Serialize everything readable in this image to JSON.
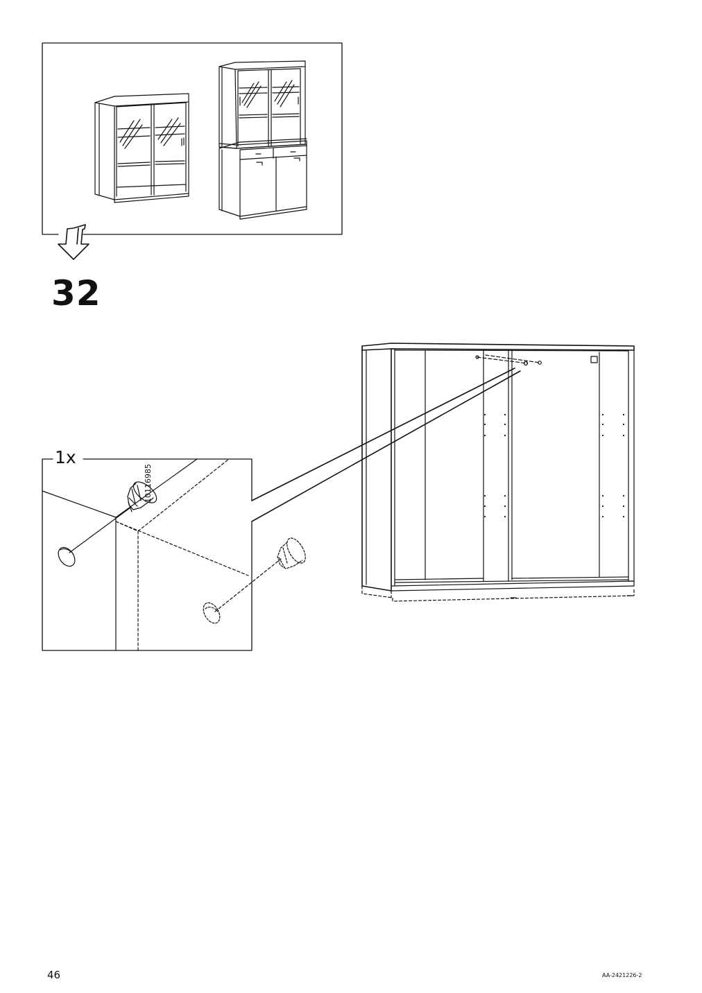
{
  "step": {
    "number": "32"
  },
  "detail": {
    "quantity": "1x",
    "part_number": "10116985"
  },
  "footer": {
    "page_number": "46",
    "document_code": "AA-2421226-2"
  },
  "icons": [
    "arrow-down-icon",
    "cabinet-low-icon",
    "cabinet-tall-icon",
    "cap-icon",
    "hole-icon"
  ]
}
